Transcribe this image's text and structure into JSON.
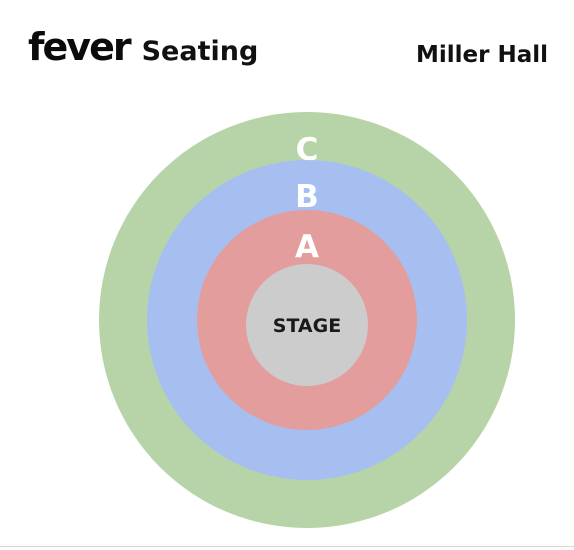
{
  "header": {
    "brand_logo": "fever",
    "section_title": "Seating",
    "venue_name": "Miller Hall"
  },
  "seatmap": {
    "zones": [
      {
        "label": "C",
        "color": "#b6d4a8"
      },
      {
        "label": "B",
        "color": "#a7bff0"
      },
      {
        "label": "A",
        "color": "#e39d9c"
      }
    ],
    "stage": {
      "label": "STAGE",
      "color": "#cccccc"
    }
  }
}
